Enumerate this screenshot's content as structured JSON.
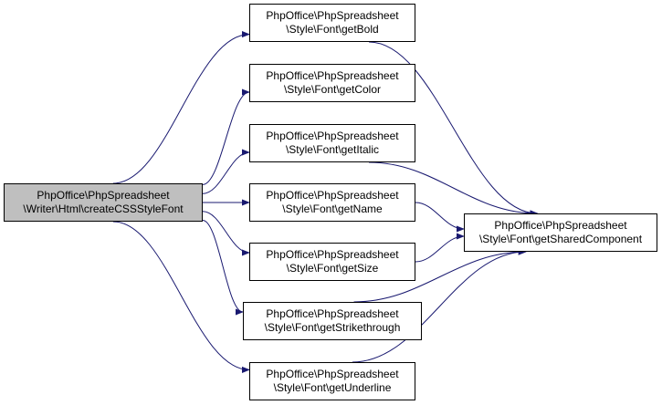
{
  "diagram": {
    "type": "call-graph",
    "edge_color": "#191970",
    "root": {
      "id": "root",
      "line1": "PhpOffice\\PhpSpreadsheet",
      "line2": "\\Writer\\Html\\createCSSStyleFont"
    },
    "callees": [
      {
        "id": "getBold",
        "line1": "PhpOffice\\PhpSpreadsheet",
        "line2": "\\Style\\Font\\getBold"
      },
      {
        "id": "getColor",
        "line1": "PhpOffice\\PhpSpreadsheet",
        "line2": "\\Style\\Font\\getColor"
      },
      {
        "id": "getItalic",
        "line1": "PhpOffice\\PhpSpreadsheet",
        "line2": "\\Style\\Font\\getItalic"
      },
      {
        "id": "getName",
        "line1": "PhpOffice\\PhpSpreadsheet",
        "line2": "\\Style\\Font\\getName"
      },
      {
        "id": "getSize",
        "line1": "PhpOffice\\PhpSpreadsheet",
        "line2": "\\Style\\Font\\getSize"
      },
      {
        "id": "getStrikethrough",
        "line1": "PhpOffice\\PhpSpreadsheet",
        "line2": "\\Style\\Font\\getStrikethrough"
      },
      {
        "id": "getUnderline",
        "line1": "PhpOffice\\PhpSpreadsheet",
        "line2": "\\Style\\Font\\getUnderline"
      }
    ],
    "shared": {
      "id": "getSharedComponent",
      "line1": "PhpOffice\\PhpSpreadsheet",
      "line2": "\\Style\\Font\\getSharedComponent"
    },
    "edges": [
      [
        "root",
        "getBold"
      ],
      [
        "root",
        "getColor"
      ],
      [
        "root",
        "getItalic"
      ],
      [
        "root",
        "getName"
      ],
      [
        "root",
        "getSize"
      ],
      [
        "root",
        "getStrikethrough"
      ],
      [
        "root",
        "getUnderline"
      ],
      [
        "getBold",
        "getSharedComponent"
      ],
      [
        "getItalic",
        "getSharedComponent"
      ],
      [
        "getName",
        "getSharedComponent"
      ],
      [
        "getSize",
        "getSharedComponent"
      ],
      [
        "getStrikethrough",
        "getSharedComponent"
      ],
      [
        "getUnderline",
        "getSharedComponent"
      ]
    ]
  }
}
